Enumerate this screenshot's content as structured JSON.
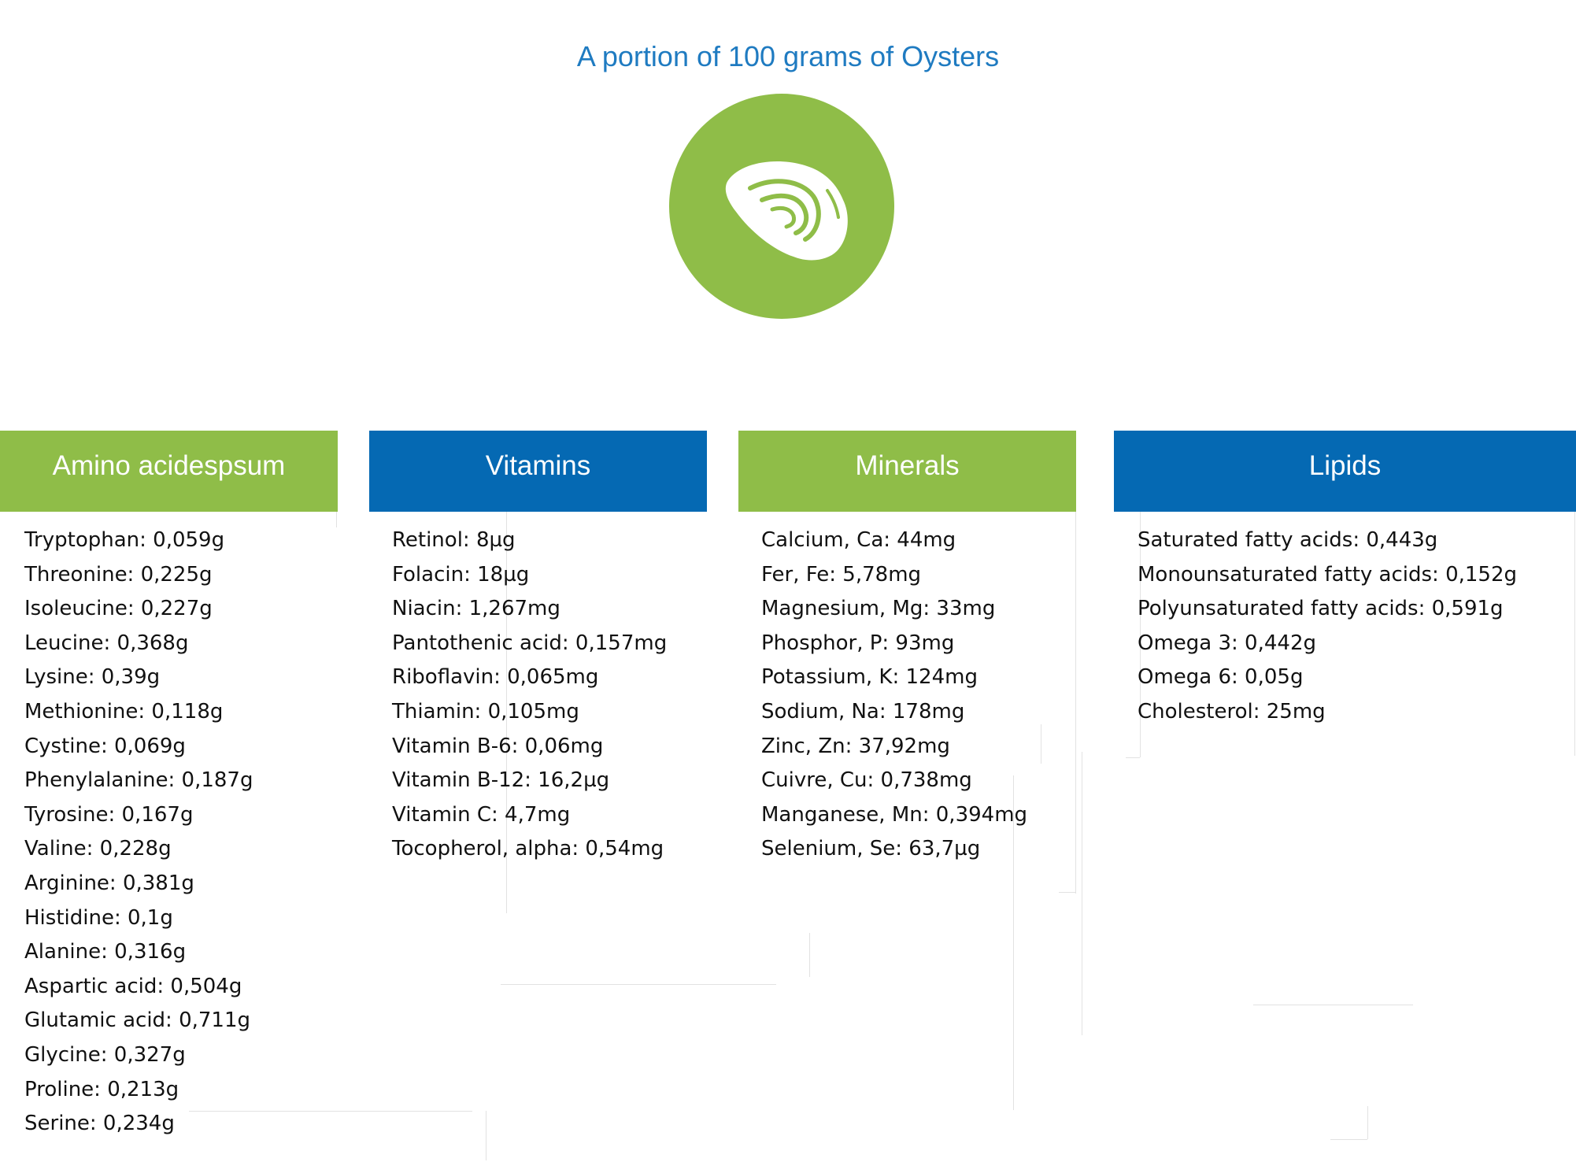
{
  "title": "A portion of 100 grams of Oysters",
  "colors": {
    "green": "#8fbd48",
    "blue": "#0569b3",
    "title": "#1f7bc1"
  },
  "icon": "oyster-icon",
  "columns": [
    {
      "header": "Amino acidespsum",
      "color": "green",
      "items": [
        "Tryptophan: 0,059g",
        "Threonine: 0,225g",
        "Isoleucine: 0,227g",
        "Leucine: 0,368g",
        "Lysine: 0,39g",
        "Methionine: 0,118g",
        "Cystine: 0,069g",
        "Phenylalanine: 0,187g",
        "Tyrosine: 0,167g",
        "Valine: 0,228g",
        "Arginine: 0,381g",
        "Histidine: 0,1g",
        "Alanine: 0,316g",
        "Aspartic acid: 0,504g",
        "Glutamic acid: 0,711g",
        "Glycine: 0,327g",
        "Proline: 0,213g",
        "Serine: 0,234g"
      ]
    },
    {
      "header": "Vitamins",
      "color": "blue",
      "items": [
        "Retinol: 8µg",
        "Folacin: 18µg",
        "Niacin: 1,267mg",
        "Pantothenic acid: 0,157mg",
        "Riboflavin: 0,065mg",
        "Thiamin: 0,105mg",
        "Vitamin B-6: 0,06mg",
        "Vitamin B-12: 16,2µg",
        "Vitamin C: 4,7mg",
        "Tocopherol, alpha: 0,54mg"
      ]
    },
    {
      "header": "Minerals",
      "color": "green",
      "items": [
        "Calcium, Ca: 44mg",
        "Fer, Fe: 5,78mg",
        "Magnesium, Mg: 33mg",
        "Phosphor, P: 93mg",
        "Potassium, K: 124mg",
        "Sodium, Na: 178mg",
        "Zinc, Zn: 37,92mg",
        "Cuivre, Cu: 0,738mg",
        "Manganese, Mn: 0,394mg",
        "Selenium, Se: 63,7µg"
      ]
    },
    {
      "header": "Lipids",
      "color": "blue",
      "items": [
        "Saturated fatty acids: 0,443g",
        "Monounsaturated fatty acids: 0,152g",
        "Polyunsaturated fatty acids: 0,591g",
        "Omega 3: 0,442g",
        "Omega 6: 0,05g",
        "Cholesterol: 25mg"
      ]
    }
  ]
}
